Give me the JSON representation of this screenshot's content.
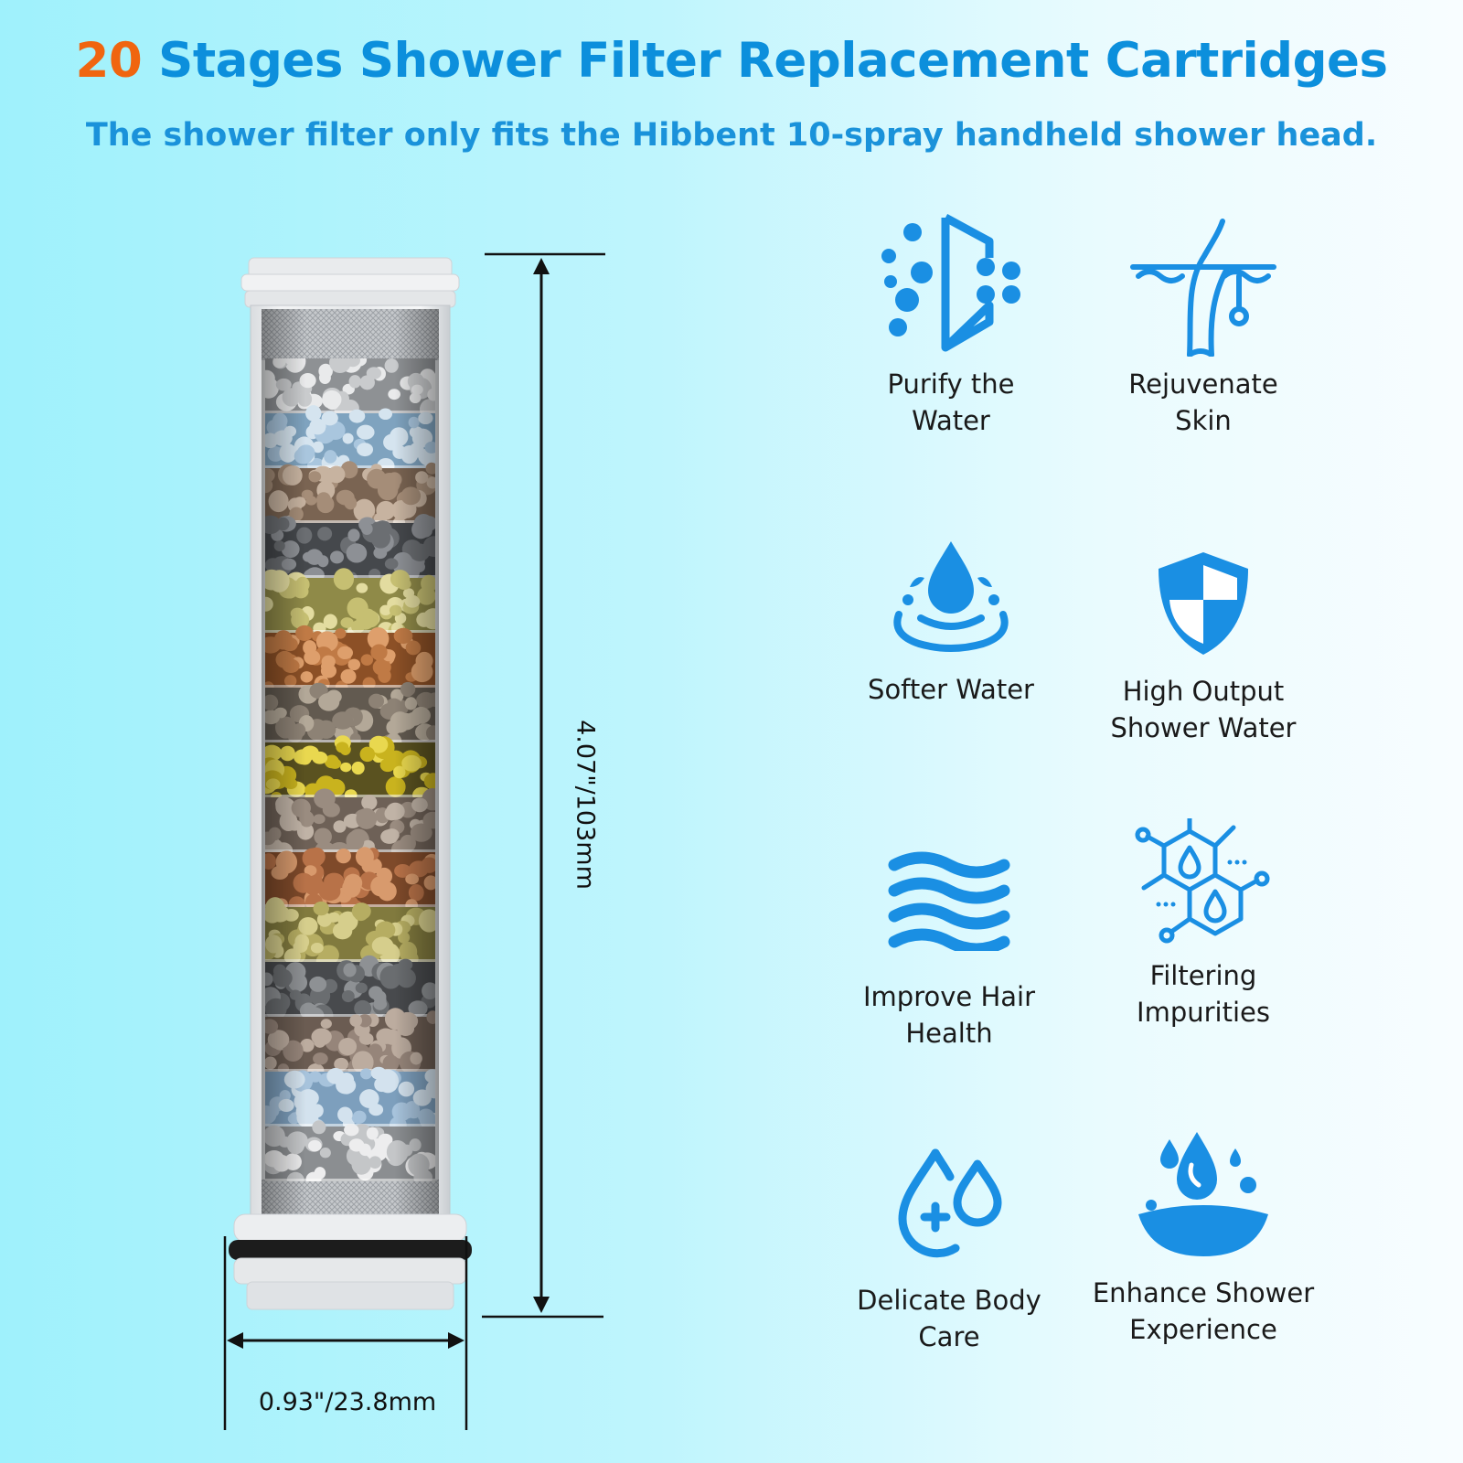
{
  "header": {
    "title_number": "20",
    "title_text": " Stages Shower Filter Replacement Cartridges",
    "subtitle": "The shower filter only fits the Hibbent 10-spray handheld shower head."
  },
  "dimensions": {
    "height": "4.07\"/103mm",
    "width": "0.93\"/23.8mm"
  },
  "features": [
    {
      "icon": "purify-water-icon",
      "label": "Purify the\nWater"
    },
    {
      "icon": "skin-icon",
      "label": "Rejuvenate\nSkin"
    },
    {
      "icon": "water-drop-splash-icon",
      "label": "Softer Water"
    },
    {
      "icon": "shield-icon",
      "label": "High Output\nShower Water"
    },
    {
      "icon": "waves-icon",
      "label": "Improve Hair\nHealth"
    },
    {
      "icon": "molecule-icon",
      "label": "Filtering\nImpurities"
    },
    {
      "icon": "drops-plus-icon",
      "label": "Delicate Body\nCare"
    },
    {
      "icon": "drop-bowl-icon",
      "label": "Enhance Shower\nExperience"
    }
  ],
  "colors": {
    "icon_blue": "#1a8fe3",
    "title_blue": "#0c8fdc",
    "accent_orange": "#f0650f"
  }
}
